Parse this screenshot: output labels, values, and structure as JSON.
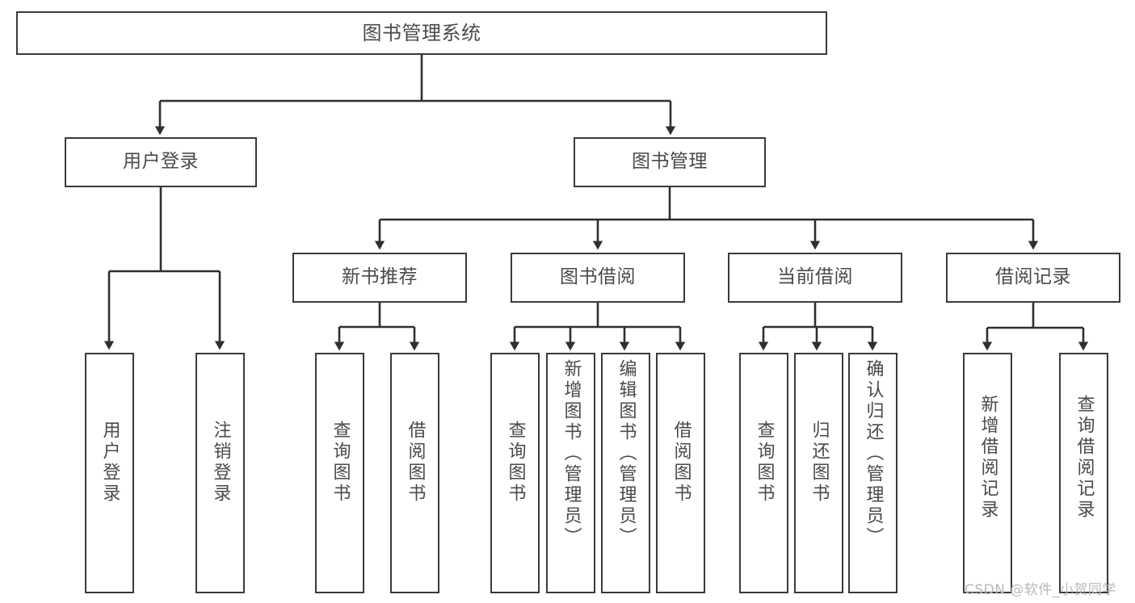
{
  "diagram": {
    "title": "图书管理系统",
    "type": "hierarchy-tree",
    "colors": {
      "box_border": "#3a3a3a",
      "box_fill": "#ffffff",
      "text": "#4a4a4a",
      "connector": "#2f2f2f",
      "watermark": "#b9b9b9",
      "background": "#ffffff"
    },
    "root": {
      "label": "图书管理系统"
    },
    "level2": [
      {
        "label": "用户登录"
      },
      {
        "label": "图书管理"
      }
    ],
    "level3": [
      {
        "label": "新书推荐"
      },
      {
        "label": "图书借阅"
      },
      {
        "label": "当前借阅"
      },
      {
        "label": "借阅记录"
      }
    ],
    "leaves": {
      "user_login": [
        {
          "label": "用户登录"
        },
        {
          "label": "注销登录"
        }
      ],
      "new_book": [
        {
          "label": "查询图书"
        },
        {
          "label": "借阅图书"
        }
      ],
      "borrow_book": [
        {
          "label": "查询图书"
        },
        {
          "label": "新增图书（管理员）"
        },
        {
          "label": "编辑图书（管理员）"
        },
        {
          "label": "借阅图书"
        }
      ],
      "current_borrow": [
        {
          "label": "查询图书"
        },
        {
          "label": "归还图书"
        },
        {
          "label": "确认归还（管理员）"
        }
      ],
      "borrow_record": [
        {
          "label": "新增借阅记录"
        },
        {
          "label": "查询借阅记录"
        }
      ]
    },
    "watermark": "CSDN @软件_小贺同学"
  }
}
